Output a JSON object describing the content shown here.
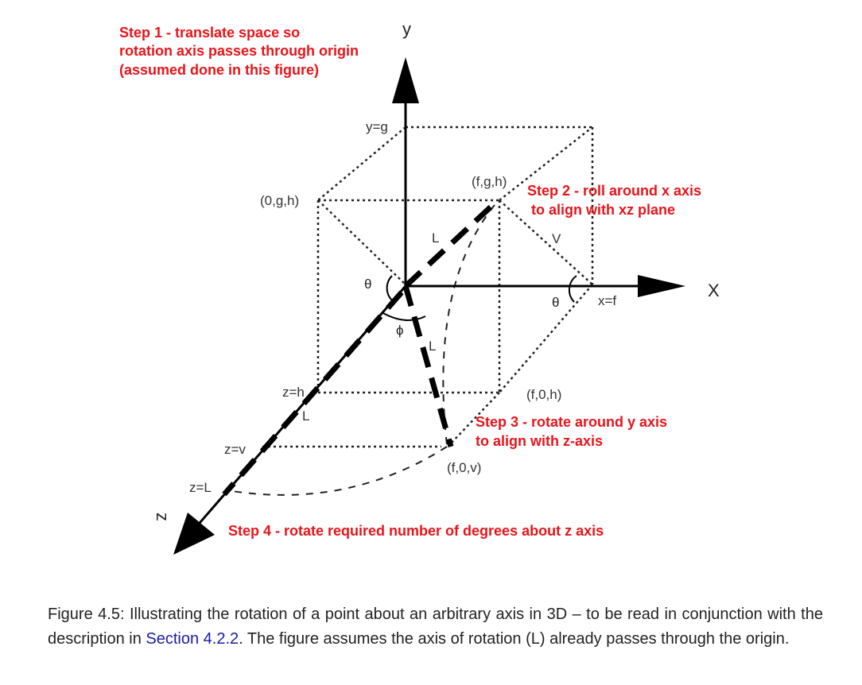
{
  "labels": {
    "axis_y": "y",
    "axis_x": "X",
    "axis_z": "z",
    "y_eq_g": "y=g",
    "x_eq_f": "x=f",
    "z_eq_h": "z=h",
    "z_eq_v": "z=v",
    "z_eq_L": "z=L",
    "point_0gh": "(0,g,h)",
    "point_fgh": "(f,g,h)",
    "point_f0h": "(f,0,h)",
    "point_f0v": "(f,0,v)",
    "L_upper": "L",
    "L_middle": "L",
    "L_lower": "L",
    "V": "V",
    "theta_origin": "θ",
    "theta_x": "θ",
    "phi": "ϕ"
  },
  "steps": {
    "step1": [
      "Step 1 - translate space so",
      "rotation axis passes through origin",
      "(assumed done in this figure)"
    ],
    "step2": [
      "Step 2 - roll around x axis",
      "to align with xz plane"
    ],
    "step3": [
      "Step 3 - rotate around y axis",
      "to align with z-axis"
    ],
    "step4": "Step 4 - rotate required number of degrees about z axis"
  },
  "colors": {
    "step_text": "#e8141a",
    "link": "#1a1aa8"
  },
  "caption": {
    "before_link": "Figure 4.5:  Illustrating the rotation of a point about an arbitrary axis in 3D – to be read in conjunction with the description in ",
    "link": "Section 4.2.2",
    "after_link": ". The figure assumes the axis of rotation (L) already passes through the origin."
  }
}
